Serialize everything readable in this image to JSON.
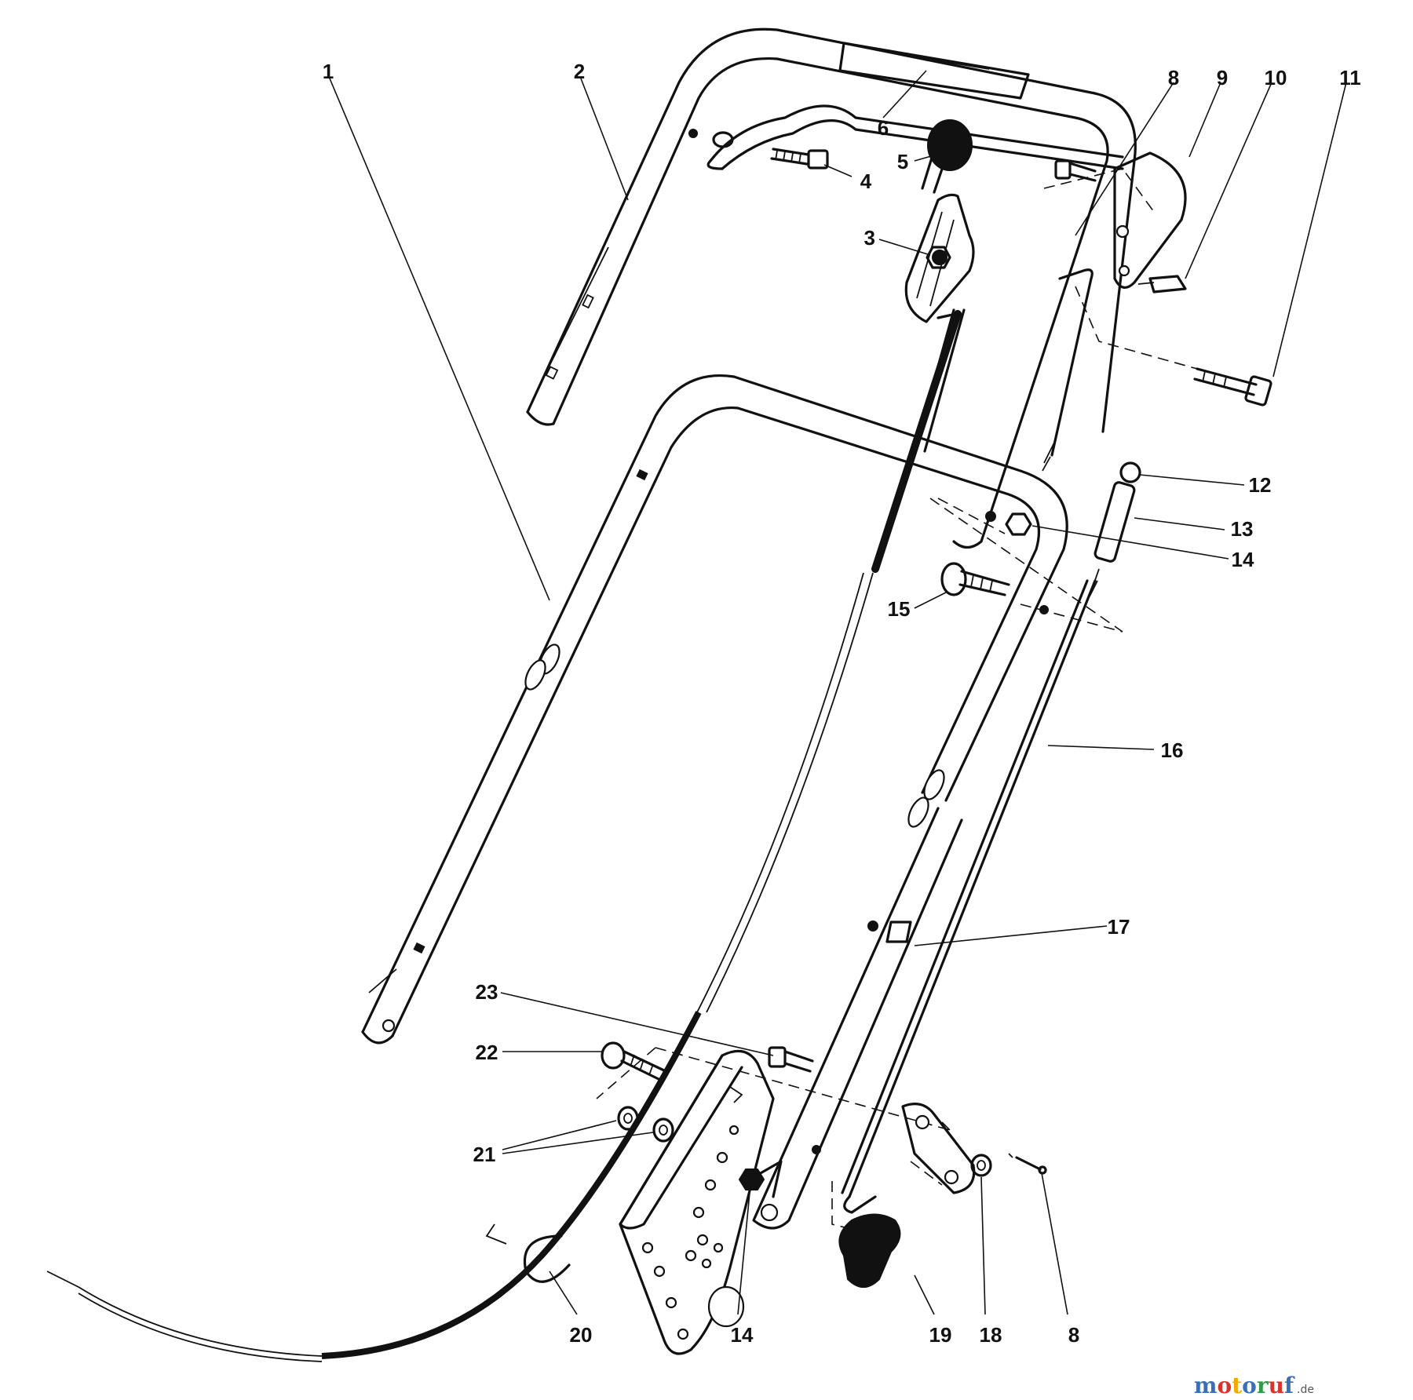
{
  "callouts": [
    "1",
    "2",
    "3",
    "4",
    "5",
    "6",
    "8",
    "9",
    "10",
    "11",
    "12",
    "13",
    "14",
    "15",
    "16",
    "17",
    "8",
    "18",
    "19",
    "14",
    "20",
    "21",
    "22",
    "23"
  ],
  "watermark": {
    "letters": [
      "m",
      "o",
      "t",
      "o",
      "r",
      "u",
      "f"
    ],
    "suffix": ".de",
    "colors": [
      "#3a6fb7",
      "#d9342b",
      "#f2a900",
      "#3a6fb7",
      "#2e9b48",
      "#d9342b",
      "#3a6fb7"
    ]
  }
}
